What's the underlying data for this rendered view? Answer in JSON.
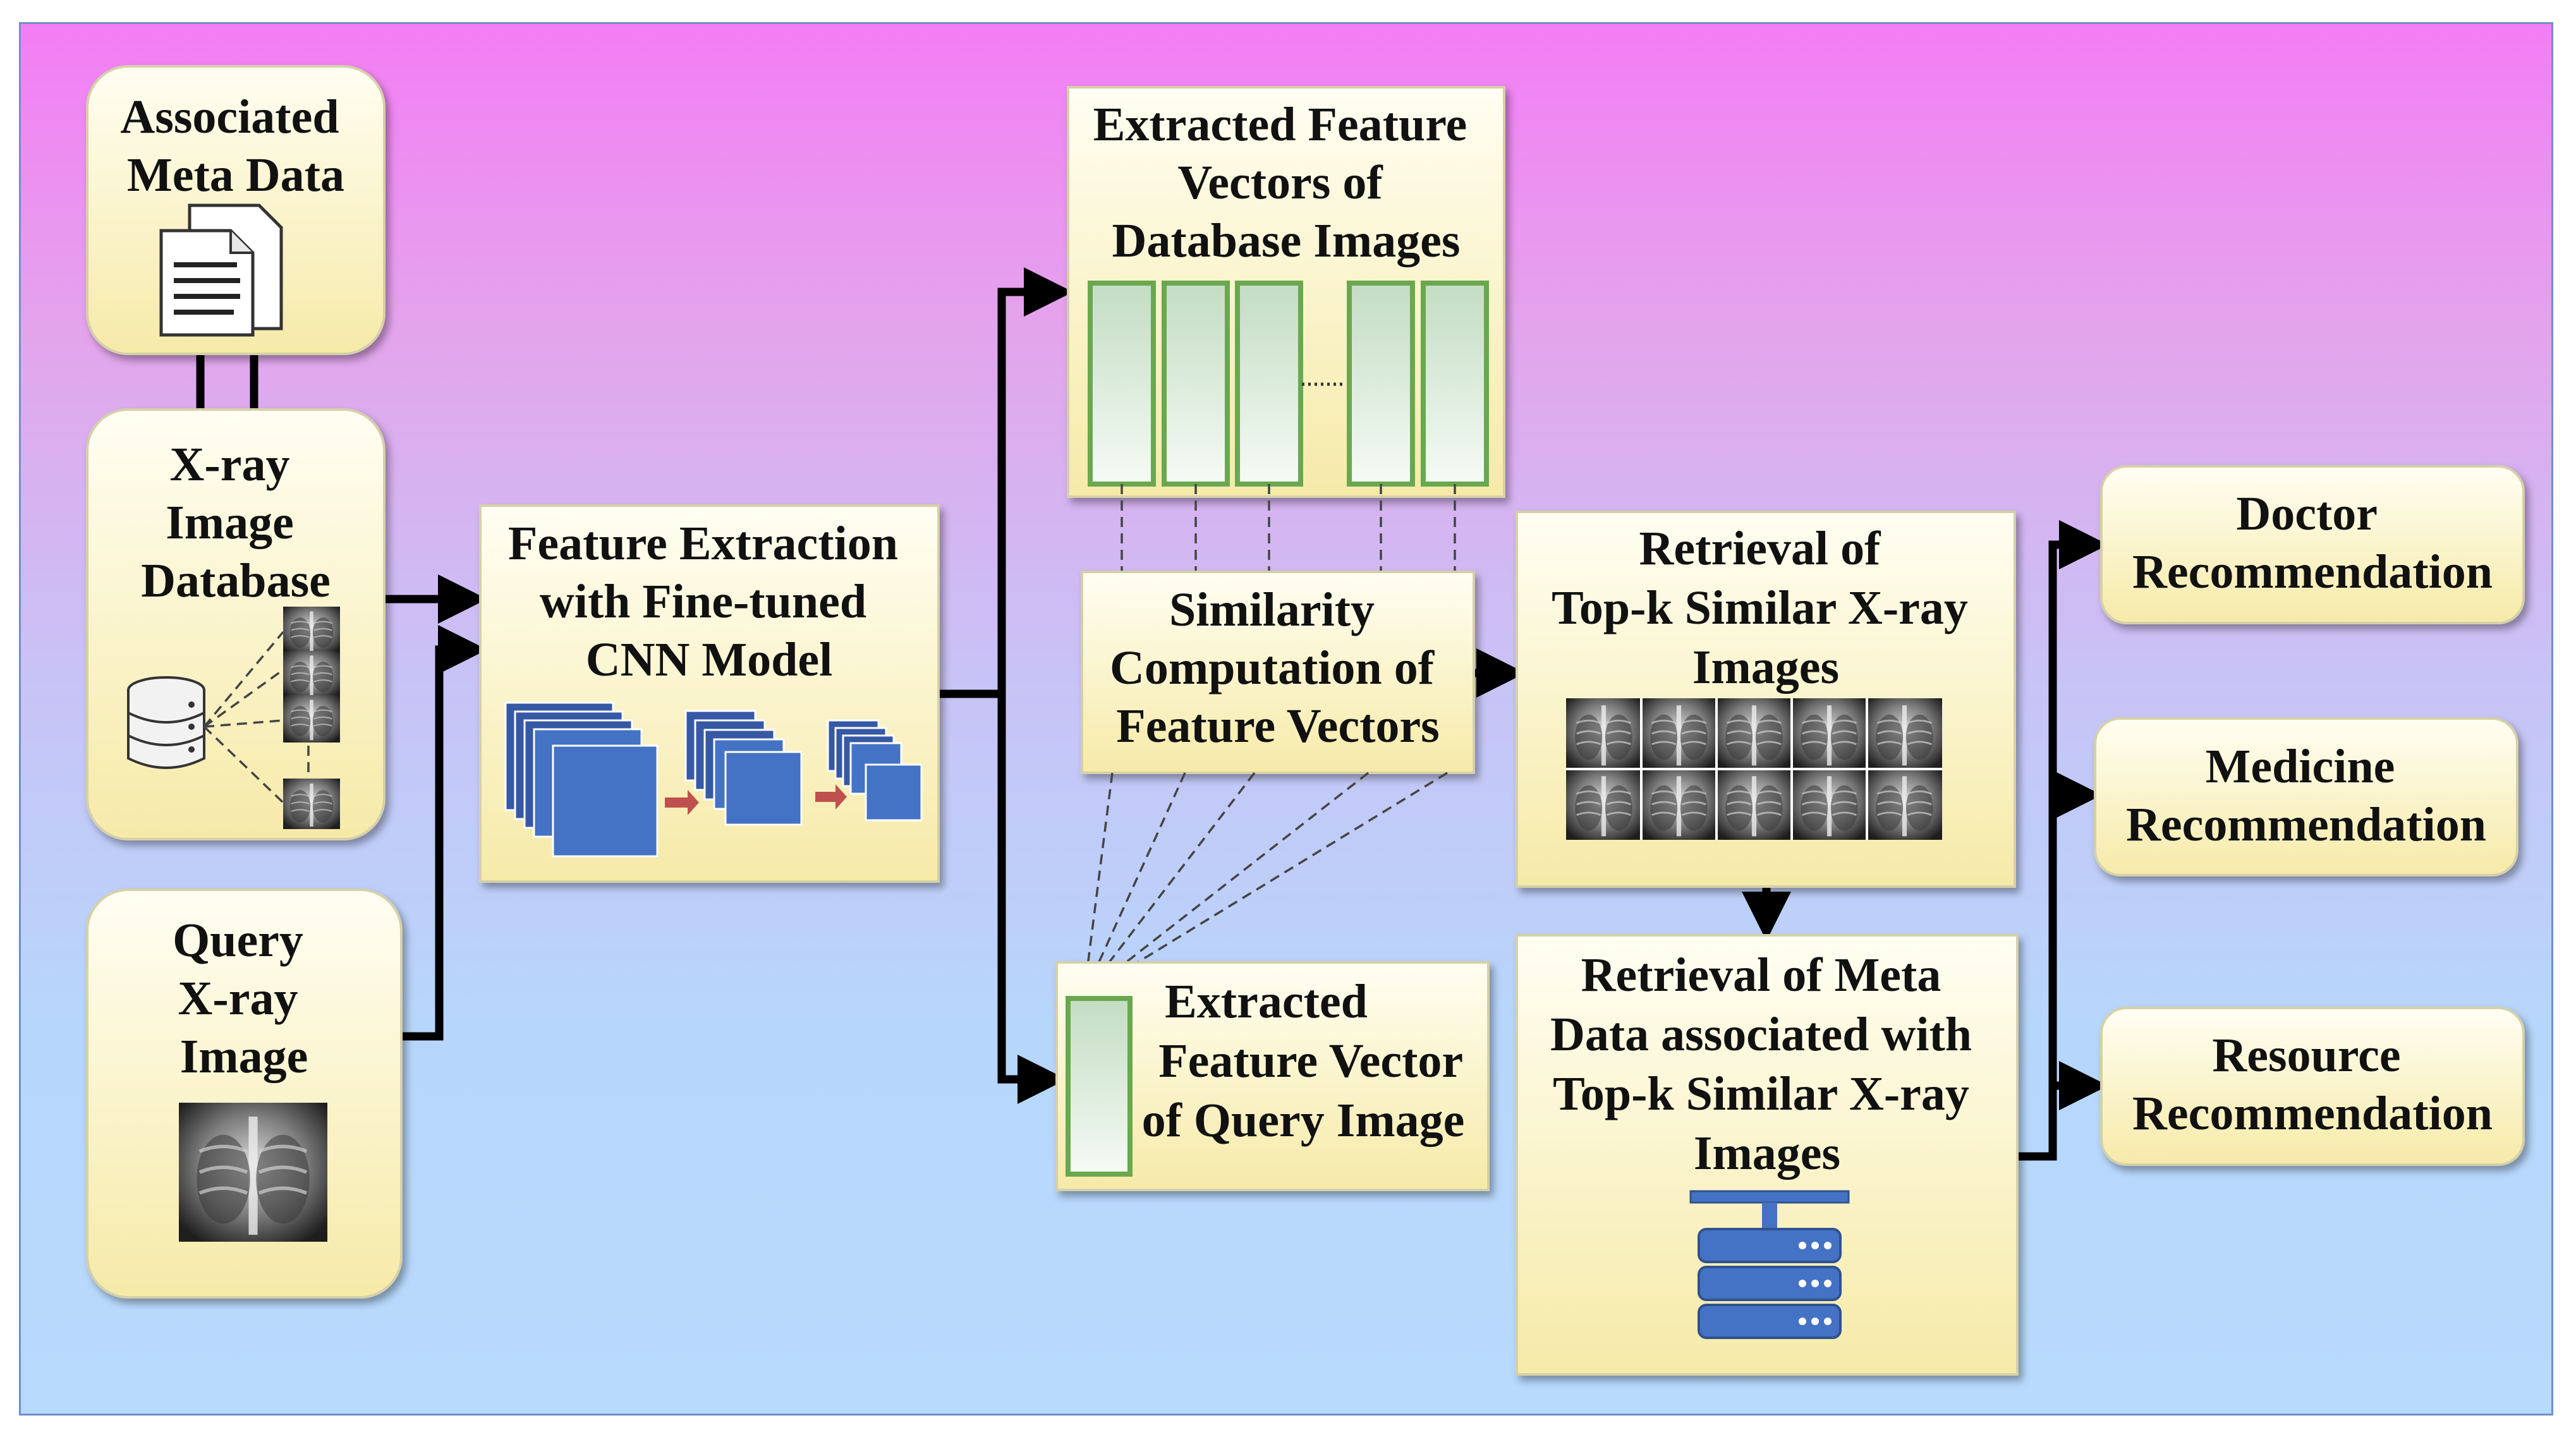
{
  "boxes": {
    "metadata": {
      "lines": [
        "Associated",
        "Meta Data"
      ]
    },
    "xray_db": {
      "lines": [
        "X-ray",
        "Image",
        "Database"
      ]
    },
    "query": {
      "lines": [
        "Query",
        "X-ray",
        "Image"
      ]
    },
    "feature_extraction": {
      "lines": [
        "Feature Extraction",
        "with Fine-tuned",
        "CNN Model"
      ]
    },
    "db_vectors": {
      "lines": [
        "Extracted Feature",
        "Vectors of",
        "Database Images"
      ]
    },
    "similarity": {
      "lines": [
        "Similarity",
        "Computation of",
        "Feature Vectors"
      ]
    },
    "query_vector": {
      "lines": [
        "Extracted",
        "Feature Vector",
        "of Query Image"
      ]
    },
    "retrieval_images": {
      "lines": [
        "Retrieval of",
        "Top-k Similar X-ray",
        "Images"
      ]
    },
    "retrieval_meta": {
      "lines": [
        "Retrieval of Meta",
        "Data associated with",
        "Top-k Similar X-ray",
        "Images"
      ]
    },
    "doctor": {
      "lines": [
        "Doctor",
        "Recommendation"
      ]
    },
    "medicine": {
      "lines": [
        "Medicine",
        "Recommendation"
      ]
    },
    "resource": {
      "lines": [
        "Resource",
        "Recommendation"
      ]
    }
  },
  "icons": {
    "document": "document-icon",
    "database": "database-icon",
    "cnn": "cnn-layers-icon",
    "server": "server-stack-icon",
    "xray": "chest-xray-thumbnail"
  },
  "colors": {
    "box_fill_top": "#fffef0",
    "box_fill_bottom": "#f7ebad",
    "feature_vector_stroke": "#6aa84f",
    "cnn_layer": "#4472c4",
    "cnn_arrow": "#c0504d",
    "arrow": "#000000"
  }
}
